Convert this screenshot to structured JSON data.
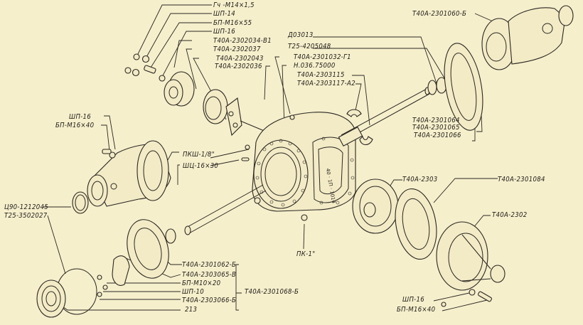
{
  "diagram": {
    "type": "exploded-parts-diagram",
    "background_color": "#f6efcc",
    "ink_color": "#1e1c18",
    "labels": {
      "nut_gch_m14": "Гч -М14×1,5",
      "washer_shp14": "ШП-14",
      "bolt_bp_m16x55_top": "БП-М16×55",
      "washer_shp16_top": "ШП-16",
      "part_2302034": "Т40А-2302034-В1",
      "part_2302037": "Т40А-2302037",
      "part_2302043": "Т40А-2302043",
      "part_2302036": "Т40А-2302036",
      "part_d03013": "Д03013",
      "part_t25_4205048": "Т25-4205048",
      "part_2301032": "Т40А-2301032-Г1",
      "part_n036": "Н.036.75000",
      "part_2303115": "Т40А-2303115",
      "part_2303117": "Т40А-2303117-А2",
      "part_2301060": "Т40А-2301060-Б",
      "part_2301064": "Т40А-2301064",
      "part_2301065": "Т40А-2301065",
      "part_2301066": "Т40А-2301066",
      "washer_shp16_left": "ШП-16",
      "bolt_bp_m16x40_left": "БП-М16×40",
      "plug_pksh": "ПКШ-1/8\"",
      "pin_shts": "ШЦ-16×30",
      "seal_ts90": "Ц90-1212045",
      "part_t25_3502027": "Т25-3502027",
      "part_2303_right": "Т40А-2303",
      "part_2301084": "Т40А-2301084",
      "part_2302": "Т40А-2302",
      "plug_pk1": "ПК-1\"",
      "part_2301062": "Т40А-2301062-Б",
      "part_2303065v": "Т40А-2303065-В",
      "bolt_bp_m10x20": "БП-М10×20",
      "washer_shp10": "ШП-10",
      "part_2303065b": "Т40А-2303066-Б",
      "bearing_213": "213",
      "part_2301068": "Т40А-2301068-Б",
      "washer_shp16_bottom": "ШП-16",
      "bolt_bp_m16x40_bottom": "БП-М16×40"
    }
  }
}
